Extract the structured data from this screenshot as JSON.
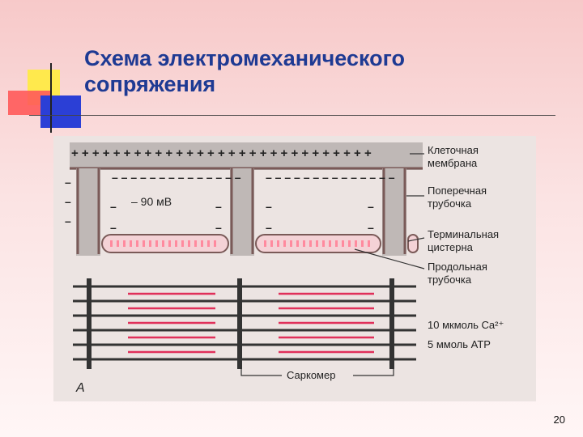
{
  "slide": {
    "title_line1": "Схема электромеханического",
    "title_line2": "сопряжения",
    "page_number": "20"
  },
  "diagram": {
    "membrane_label_1": "Клеточная",
    "membrane_label_2": "мембрана",
    "t_tubule_label_1": "Поперечная",
    "t_tubule_label_2": "трубочка",
    "cistern_label_1": "Терминальная",
    "cistern_label_2": "цистерна",
    "longitudinal_label_1": "Продольная",
    "longitudinal_label_2": "трубочка",
    "voltage_label": "– 90 мВ",
    "calcium_label": "10 мкмоль Ca²⁺",
    "atp_label": "5 ммоль ATP",
    "sarcomere_label": "Саркомер",
    "panel_letter": "A",
    "colors": {
      "membrane": "#7a5a58",
      "cytoplasm": "#bfb8b6",
      "cistern": "#ff8a9e",
      "thick_filament": "#333333",
      "thin_filament": "#e0305a"
    }
  }
}
